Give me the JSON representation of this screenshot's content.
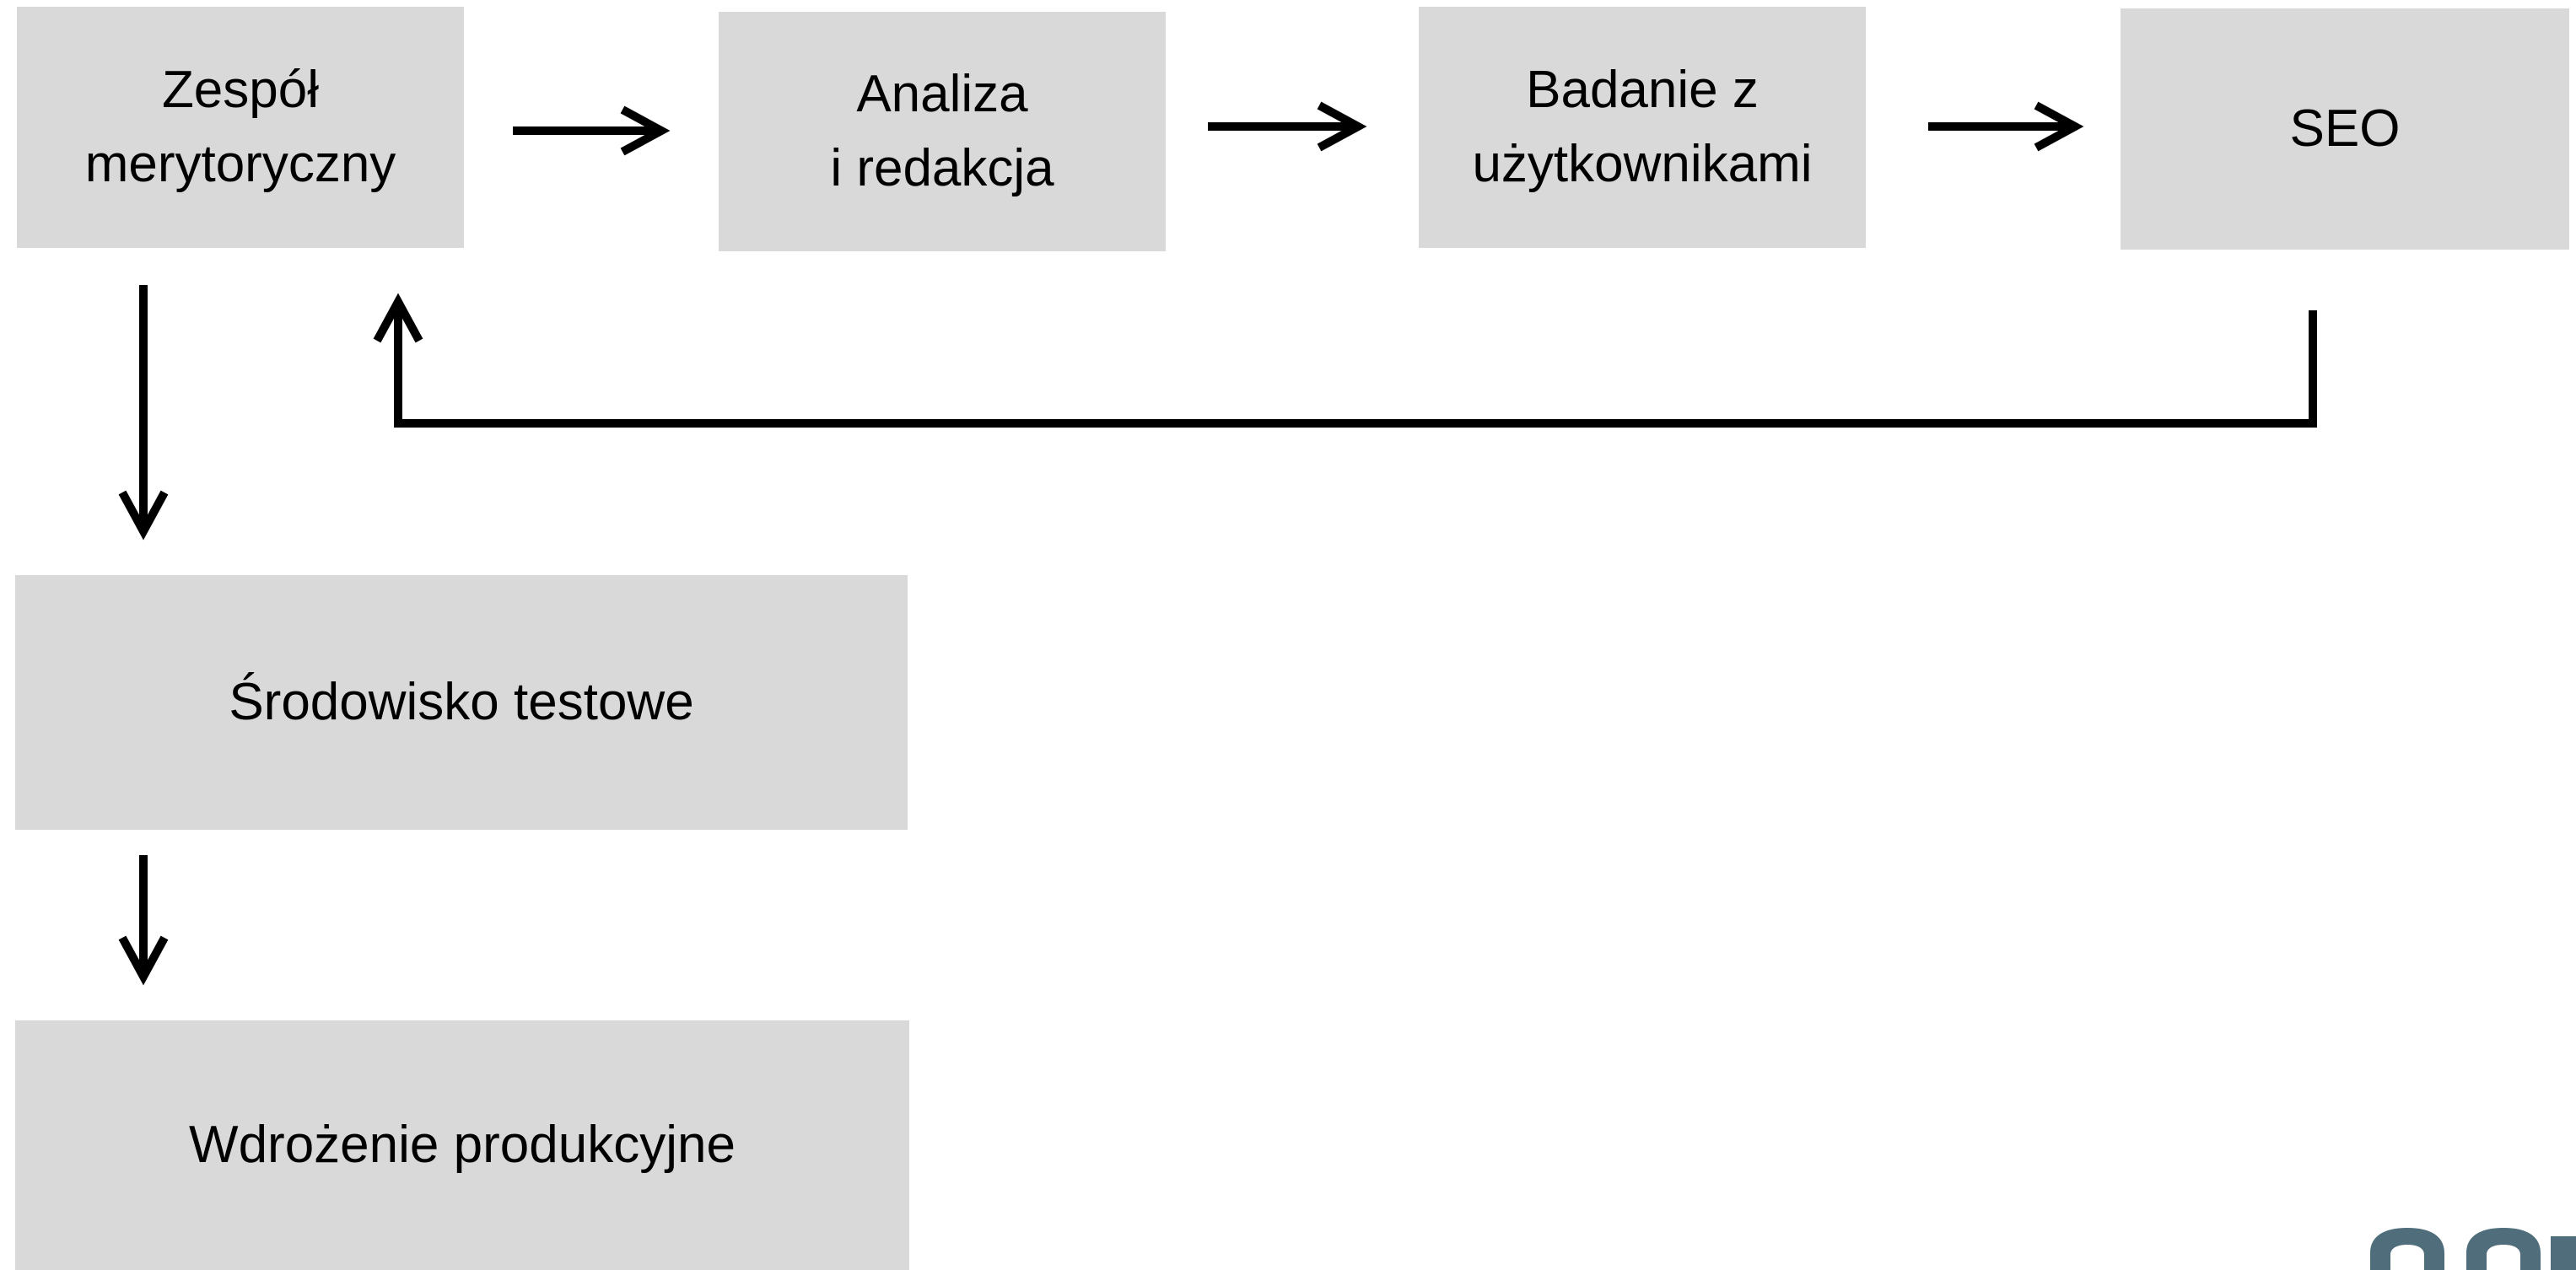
{
  "diagram": {
    "boxes": {
      "zespol": "Zespół\nmerytoryczny",
      "analiza": "Analiza\ni redakcja",
      "badanie": "Badanie z\nużytkownikami",
      "seo": "SEO",
      "srodowisko": "Środowisko testowe",
      "wdrozenie": "Wdrożenie produkcyjne"
    }
  },
  "colors": {
    "box_fill": "#d9d9d9",
    "arrow": "#000000",
    "logo": "#4f6d7a"
  },
  "logo": {
    "icon": "logo-mark"
  }
}
